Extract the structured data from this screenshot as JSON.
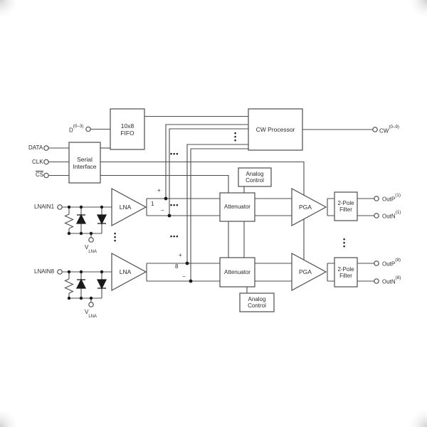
{
  "glyphs": {
    "h_ellipsis": "•••",
    "v_ellipsis": "•\n•\n•"
  },
  "blocks": {
    "fifo": "10x8\nFIFO",
    "serial_interface": "Serial\nInterface",
    "cw_processor": "CW Processor",
    "analog_control": "Analog\nControl",
    "attenuator": "Attenuator",
    "lna": "LNA",
    "pga": "PGA",
    "filter": "2-Pole\nFilter"
  },
  "pins": {
    "d": {
      "base": "D",
      "sup": "(0–3)"
    },
    "data": "DATA",
    "clk": "CLK",
    "cs": "CS",
    "cw": {
      "base": "CW",
      "sup": "(0–9)"
    },
    "lnain1": "LNAIN1",
    "lnain8": "LNAIN8",
    "vlna": {
      "base": "V",
      "sub": "LNA"
    },
    "outp1": {
      "base": "OutP",
      "sup": "(1)"
    },
    "outn1": {
      "base": "OutN",
      "sup": "(1)"
    },
    "outp8": {
      "base": "OutP",
      "sup": "(8)"
    },
    "outn8": {
      "base": "OutN",
      "sup": "(8)"
    }
  },
  "channels": {
    "ch1": {
      "plus": "+",
      "num": "1",
      "minus": "−"
    },
    "ch8": {
      "plus": "+",
      "num": "8",
      "minus": "−"
    }
  },
  "colors": {
    "line": "#4d4d4d",
    "text": "#2b2b2b",
    "background": "#ffffff"
  }
}
